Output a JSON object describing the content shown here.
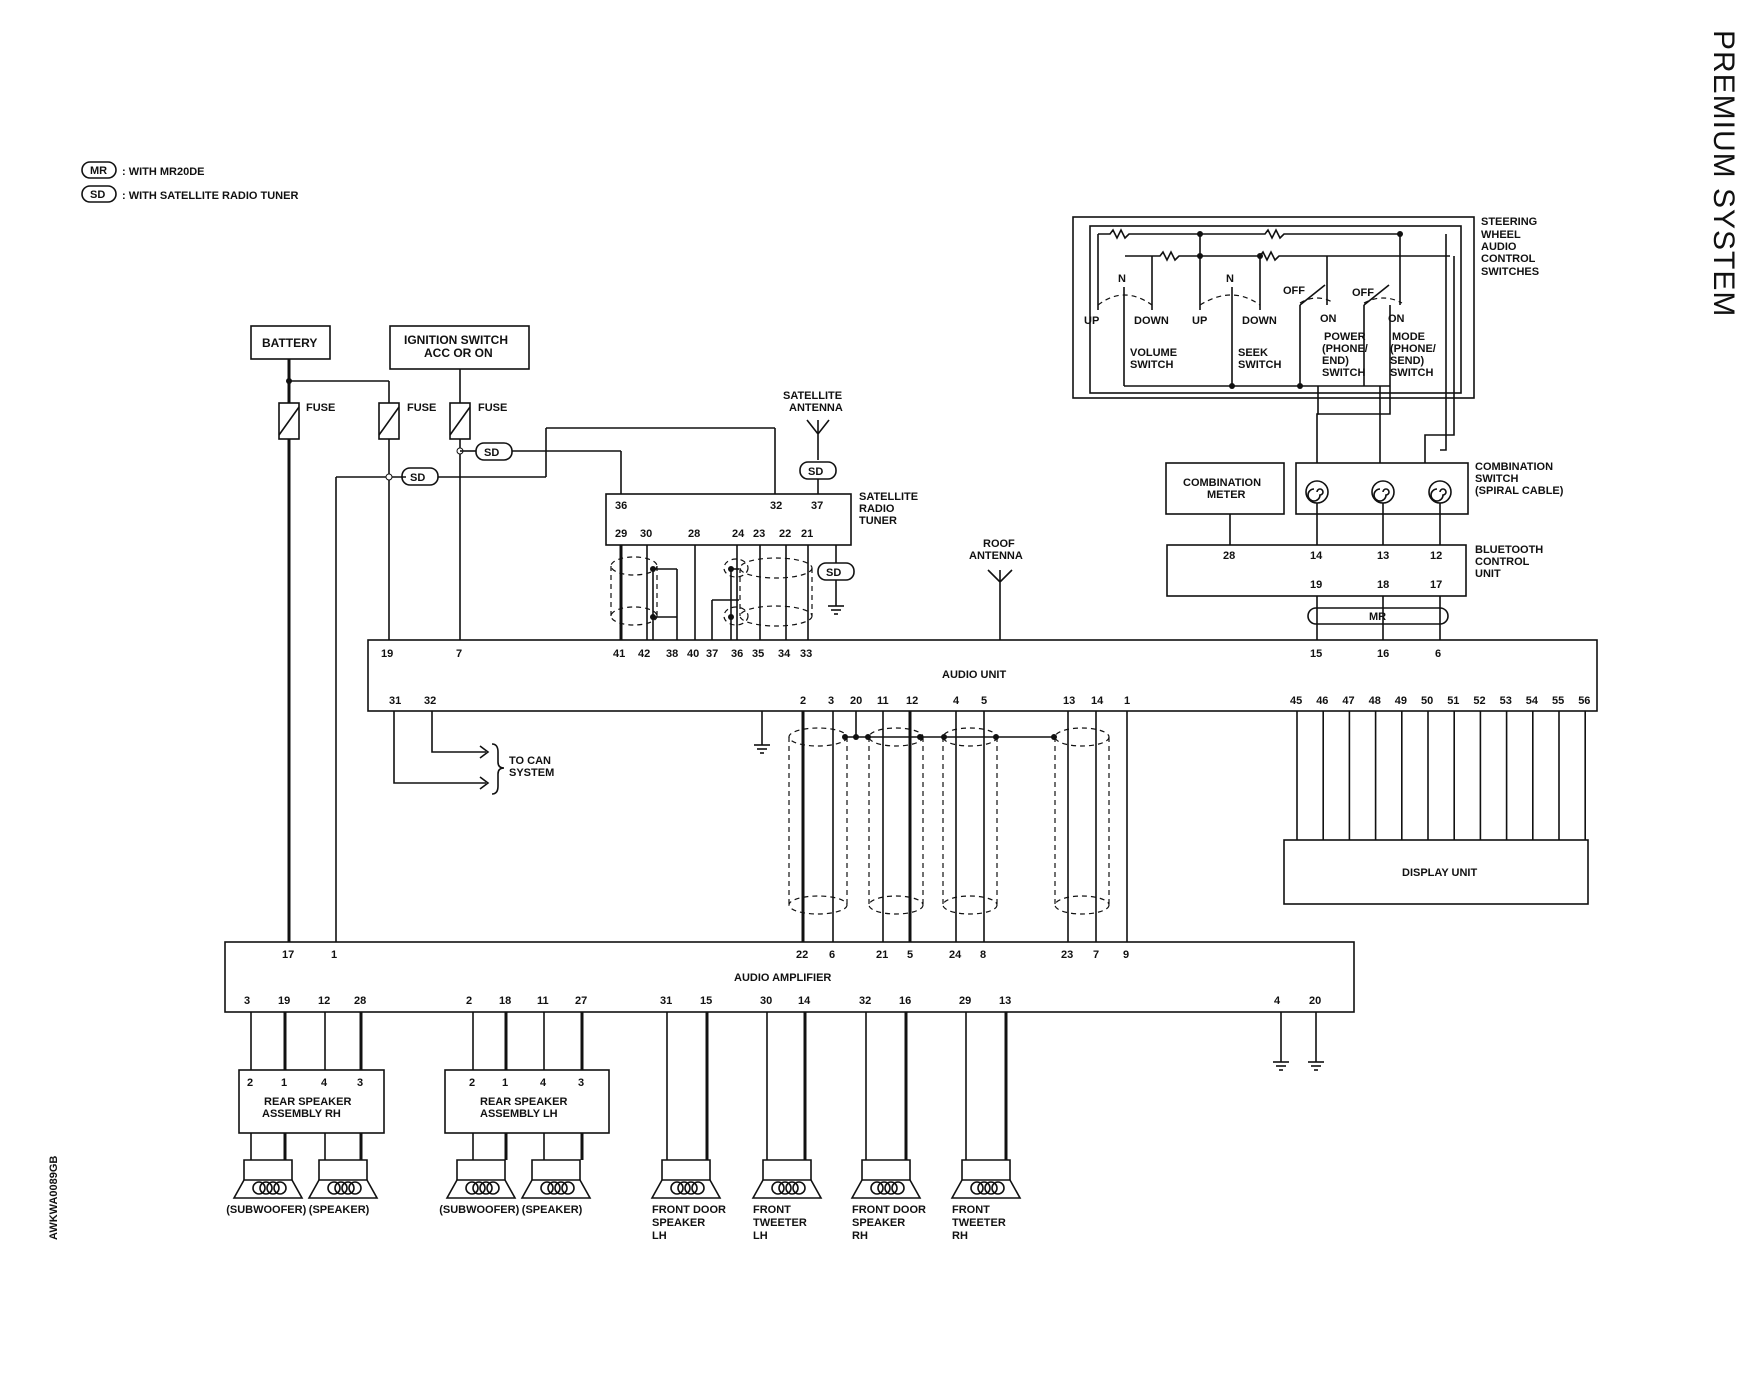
{
  "title": "PREMIUM SYSTEM",
  "figure_code": "AWKWA0089GB",
  "legend": [
    {
      "tag": "MR",
      "text": ": WITH MR20DE"
    },
    {
      "tag": "SD",
      "text": ": WITH SATELLITE RADIO TUNER"
    }
  ],
  "components": {
    "battery": "BATTERY",
    "ignition": [
      "IGNITION SWITCH",
      "ACC OR ON"
    ],
    "fuse": "FUSE",
    "sat_antenna": [
      "SATELLITE",
      "ANTENNA"
    ],
    "sat_tuner": [
      "SATELLITE",
      "RADIO",
      "TUNER"
    ],
    "roof_antenna": [
      "ROOF",
      "ANTENNA"
    ],
    "steering": [
      "STEERING",
      "WHEEL",
      "AUDIO",
      "CONTROL",
      "SWITCHES"
    ],
    "combination_meter": [
      "COMBINATION",
      "METER"
    ],
    "combination_switch": [
      "COMBINATION",
      "SWITCH",
      "(SPIRAL CABLE)"
    ],
    "bluetooth": [
      "BLUETOOTH",
      "CONTROL",
      "UNIT"
    ],
    "audio_unit": "AUDIO UNIT",
    "audio_amplifier": "AUDIO AMPLIFIER",
    "display_unit": "DISPLAY UNIT",
    "to_can": [
      "TO CAN",
      "SYSTEM"
    ],
    "rear_rh": [
      "REAR SPEAKER",
      "ASSEMBLY RH"
    ],
    "rear_lh": [
      "REAR SPEAKER",
      "ASSEMBLY LH"
    ],
    "mr_tag": "MR",
    "sd_tag": "SD"
  },
  "switch_labels": {
    "up": "UP",
    "down": "DOWN",
    "n": "N",
    "off": "OFF",
    "on": "ON",
    "volume": [
      "VOLUME",
      "SWITCH"
    ],
    "seek": [
      "SEEK",
      "SWITCH"
    ],
    "power": [
      "POWER",
      "(PHONE/",
      "END)",
      "SWITCH"
    ],
    "mode": [
      "MODE",
      "(PHONE/",
      "SEND)",
      "SWITCH"
    ]
  },
  "speakers": [
    [
      "(SUBWOOFER)"
    ],
    [
      "(SPEAKER)"
    ],
    [
      "(SUBWOOFER)"
    ],
    [
      "(SPEAKER)"
    ],
    [
      "FRONT DOOR",
      "SPEAKER",
      "LH"
    ],
    [
      "FRONT",
      "TWEETER",
      "LH"
    ],
    [
      "FRONT DOOR",
      "SPEAKER",
      "RH"
    ],
    [
      "FRONT",
      "TWEETER",
      "RH"
    ]
  ],
  "pins": {
    "tuner_top": [
      "36",
      "32",
      "37"
    ],
    "tuner_bottom": [
      "29",
      "30",
      "28",
      "24",
      "23",
      "22",
      "21"
    ],
    "au_top_left": [
      "19",
      "7"
    ],
    "au_top_mid": [
      "41",
      "42",
      "38",
      "40",
      "37",
      "36",
      "35",
      "34",
      "33"
    ],
    "au_top_right": [
      "15",
      "16",
      "6"
    ],
    "au_bottom_left": [
      "31",
      "32"
    ],
    "au_bottom_mid": [
      "2",
      "3",
      "20",
      "11",
      "12",
      "4",
      "5",
      "13",
      "14",
      "1"
    ],
    "au_bottom_right": [
      "45",
      "46",
      "47",
      "48",
      "49",
      "50",
      "51",
      "52",
      "53",
      "54",
      "55",
      "56"
    ],
    "bt_top": [
      "28",
      "14",
      "13",
      "12"
    ],
    "bt_bottom": [
      "19",
      "18",
      "17"
    ],
    "amp_top": [
      "17",
      "1",
      "22",
      "6",
      "21",
      "5",
      "24",
      "8",
      "23",
      "7",
      "9"
    ],
    "amp_bottom": [
      "3",
      "19",
      "12",
      "28",
      "2",
      "18",
      "11",
      "27",
      "31",
      "15",
      "30",
      "14",
      "32",
      "16",
      "29",
      "13",
      "4",
      "20"
    ],
    "rear": [
      "2",
      "1",
      "4",
      "3"
    ]
  }
}
